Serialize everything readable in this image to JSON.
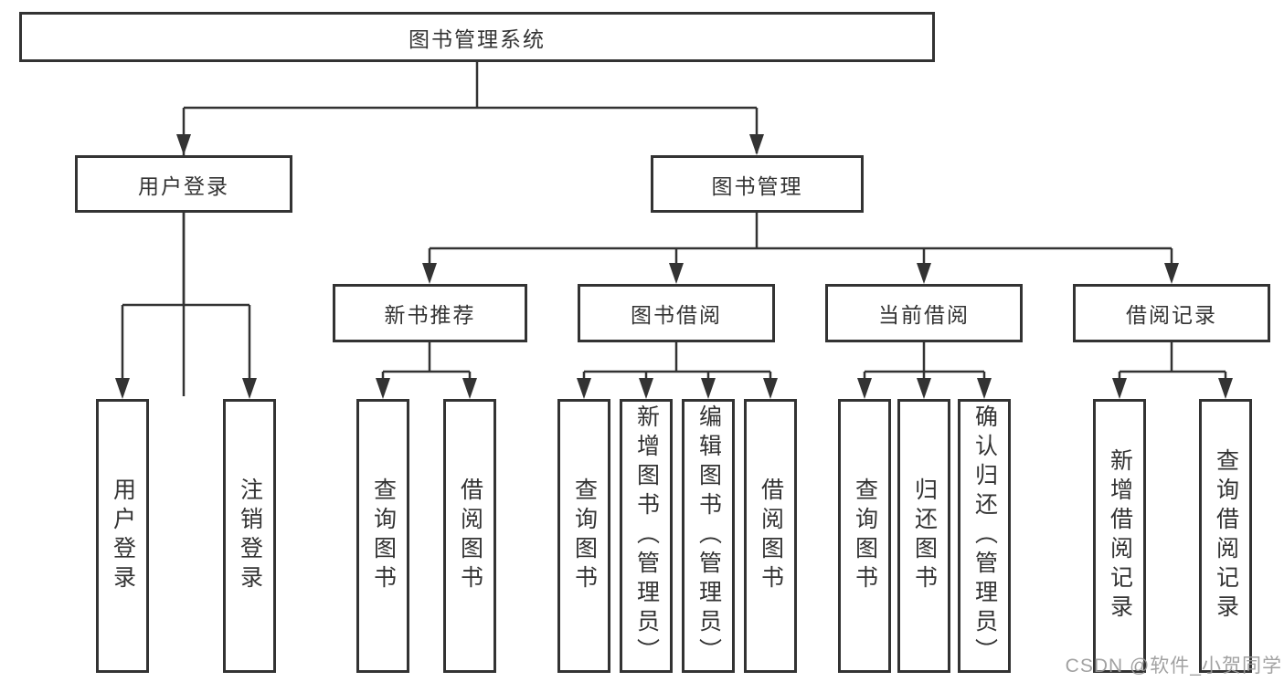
{
  "diagram_type": "tree",
  "tree": {
    "root": {
      "label": "图书管理系统",
      "children": [
        {
          "label": "用户登录",
          "children": [
            {
              "label": "用户登录"
            },
            {
              "label": "注销登录"
            }
          ]
        },
        {
          "label": "图书管理",
          "children": [
            {
              "label": "新书推荐",
              "children": [
                {
                  "label": "查询图书"
                },
                {
                  "label": "借阅图书"
                }
              ]
            },
            {
              "label": "图书借阅",
              "children": [
                {
                  "label": "查询图书"
                },
                {
                  "label": "新增图书（管理员）"
                },
                {
                  "label": "编辑图书（管理员）"
                },
                {
                  "label": "借阅图书"
                }
              ]
            },
            {
              "label": "当前借阅",
              "children": [
                {
                  "label": "查询图书"
                },
                {
                  "label": "归还图书"
                },
                {
                  "label": "确认归还（管理员）"
                }
              ]
            },
            {
              "label": "借阅记录",
              "children": [
                {
                  "label": "新增借阅记录"
                },
                {
                  "label": "查询借阅记录"
                }
              ]
            }
          ]
        }
      ]
    }
  },
  "watermark": {
    "text": "CSDN @软件_小贺同学"
  },
  "colors": {
    "line": "#333333",
    "box_border": "#333333",
    "box_fill": "#ffffff",
    "text": "#333333",
    "watermark": "#9a9a9a",
    "background": "#ffffff"
  }
}
